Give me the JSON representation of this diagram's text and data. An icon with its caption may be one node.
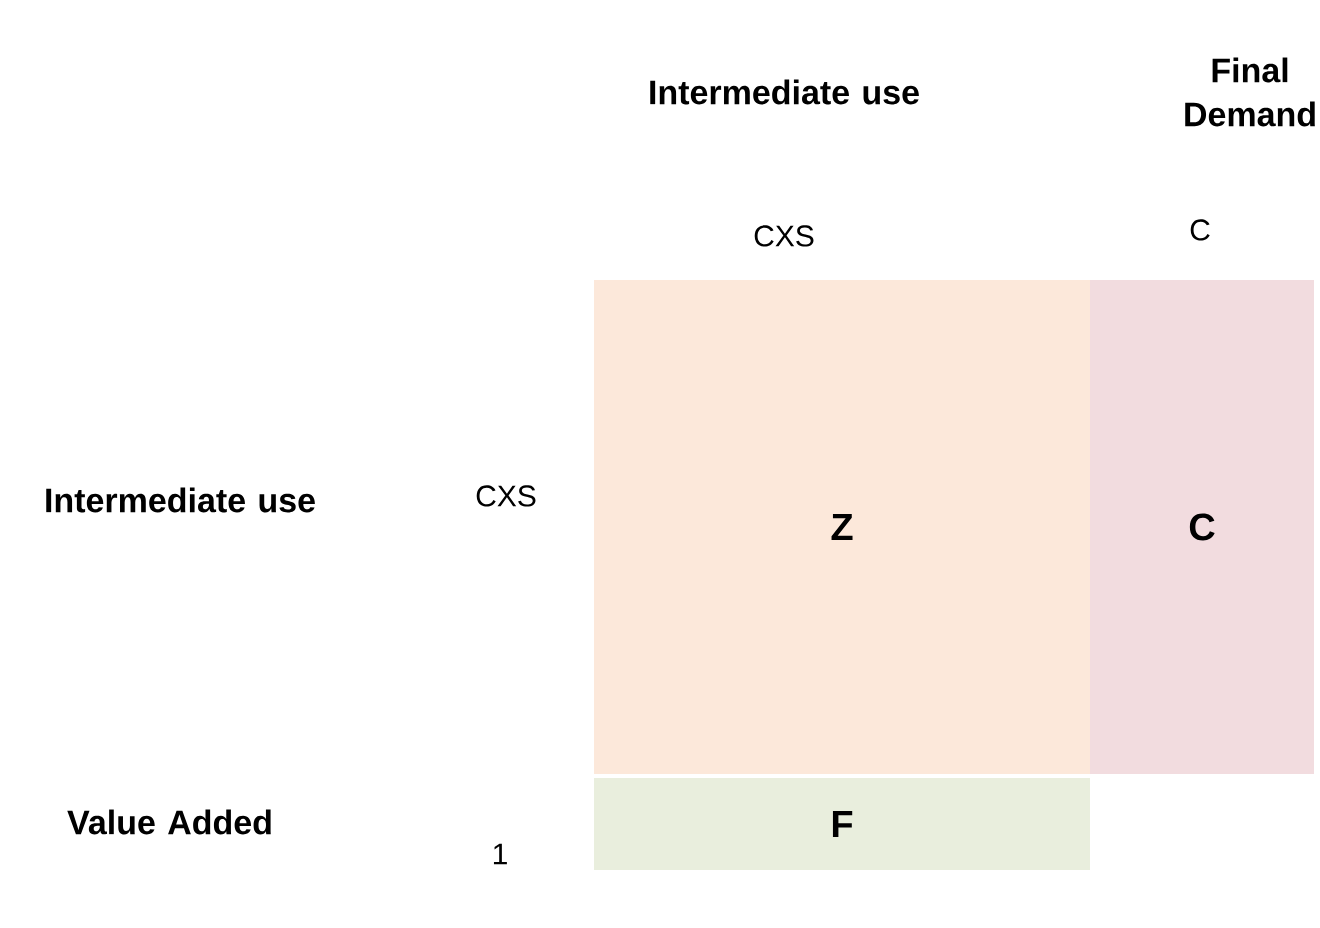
{
  "diagram": {
    "nodes": [
      {
        "text": [
          "Z"
        ]
      },
      {
        "text": [
          "C"
        ]
      },
      {
        "text": [
          "F"
        ]
      }
    ],
    "labels": [
      "Intermediate use",
      "Final Demand",
      "CXS",
      "C",
      "Intermediate use",
      "CXS",
      "Value Added",
      "1"
    ]
  }
}
